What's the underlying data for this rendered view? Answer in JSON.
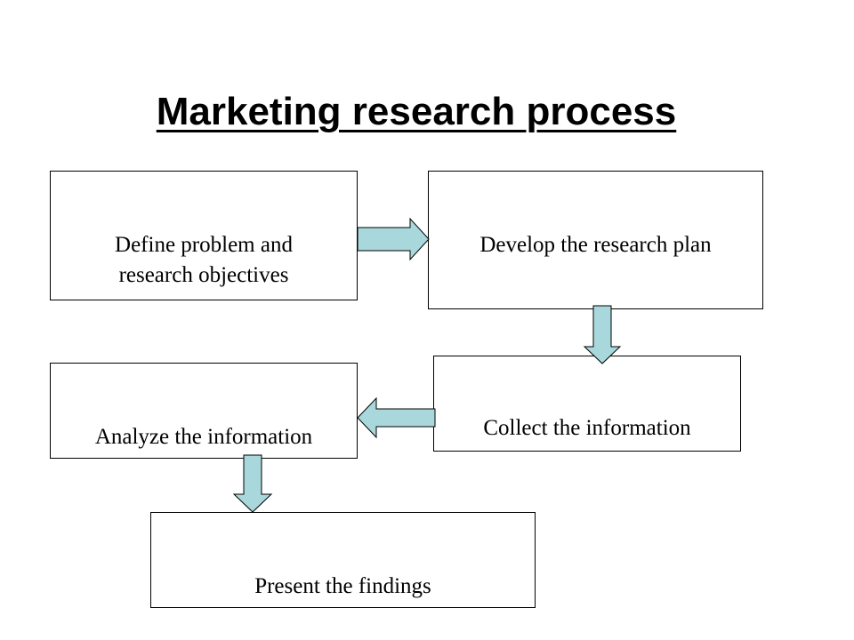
{
  "title": "Marketing research process",
  "steps": [
    {
      "id": "define",
      "label": "Define problem and\nresearch objectives"
    },
    {
      "id": "develop",
      "label": "Develop the research plan"
    },
    {
      "id": "collect",
      "label": "Collect the information"
    },
    {
      "id": "analyze",
      "label": "Analyze the information"
    },
    {
      "id": "present",
      "label": "Present the findings"
    }
  ],
  "colors": {
    "arrow_fill": "#a8d8dc",
    "arrow_stroke": "#000000",
    "box_border": "#000000",
    "text": "#000000"
  }
}
